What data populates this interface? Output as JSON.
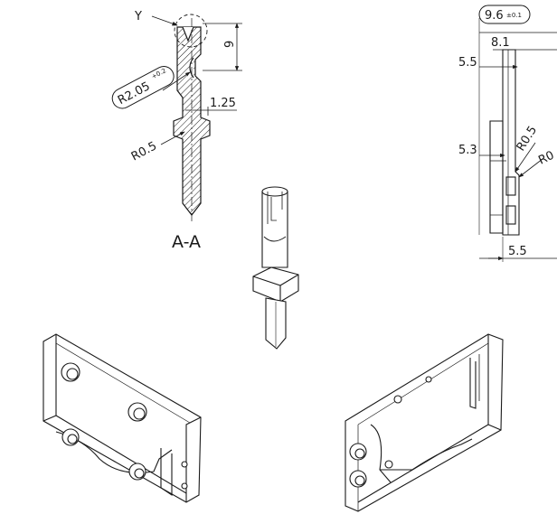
{
  "section": {
    "title": "A-A",
    "detail_label": "Y",
    "radius_large": "R2.05",
    "radius_large_tol": "+0.2",
    "radius_small": "R0.5",
    "height_dim": "9",
    "width_dim": "1.25"
  },
  "side_view": {
    "overall_width": "9.6",
    "overall_tol": "±0.1",
    "inner_width": "8.1",
    "top_offset": "5.5",
    "mid_offset": "5.3",
    "bottom_offset": "5.5",
    "radius_a": "R0.5",
    "radius_b": "R0"
  },
  "colors": {
    "line": "#1a1a1a",
    "hatch": "#1a1a1a",
    "background": "#ffffff"
  }
}
